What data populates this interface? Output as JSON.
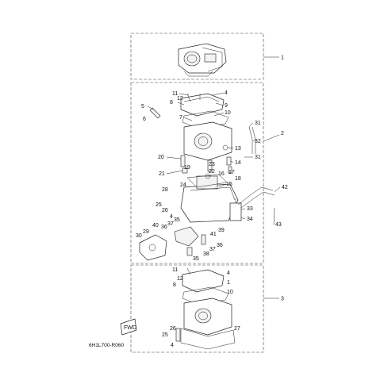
{
  "diagram_code": "6H1L700-R060",
  "fwd_label": "FWD",
  "group_labels": [
    "1",
    "2",
    "3"
  ],
  "callouts": {
    "top": [
      "11",
      "4",
      "12",
      "9",
      "5",
      "6",
      "8",
      "10",
      "7",
      "31",
      "32",
      "13",
      "14",
      "31",
      "20",
      "23",
      "22",
      "21",
      "19",
      "16",
      "17",
      "18",
      "15",
      "24",
      "28",
      "25",
      "26",
      "4",
      "35",
      "34",
      "33",
      "42",
      "43",
      "40",
      "29",
      "36",
      "37",
      "30",
      "39",
      "41",
      "36",
      "37",
      "38",
      "35"
    ],
    "bottom": [
      "11",
      "4",
      "12",
      "8",
      "1",
      "10",
      "26",
      "27",
      "25",
      "4"
    ]
  }
}
